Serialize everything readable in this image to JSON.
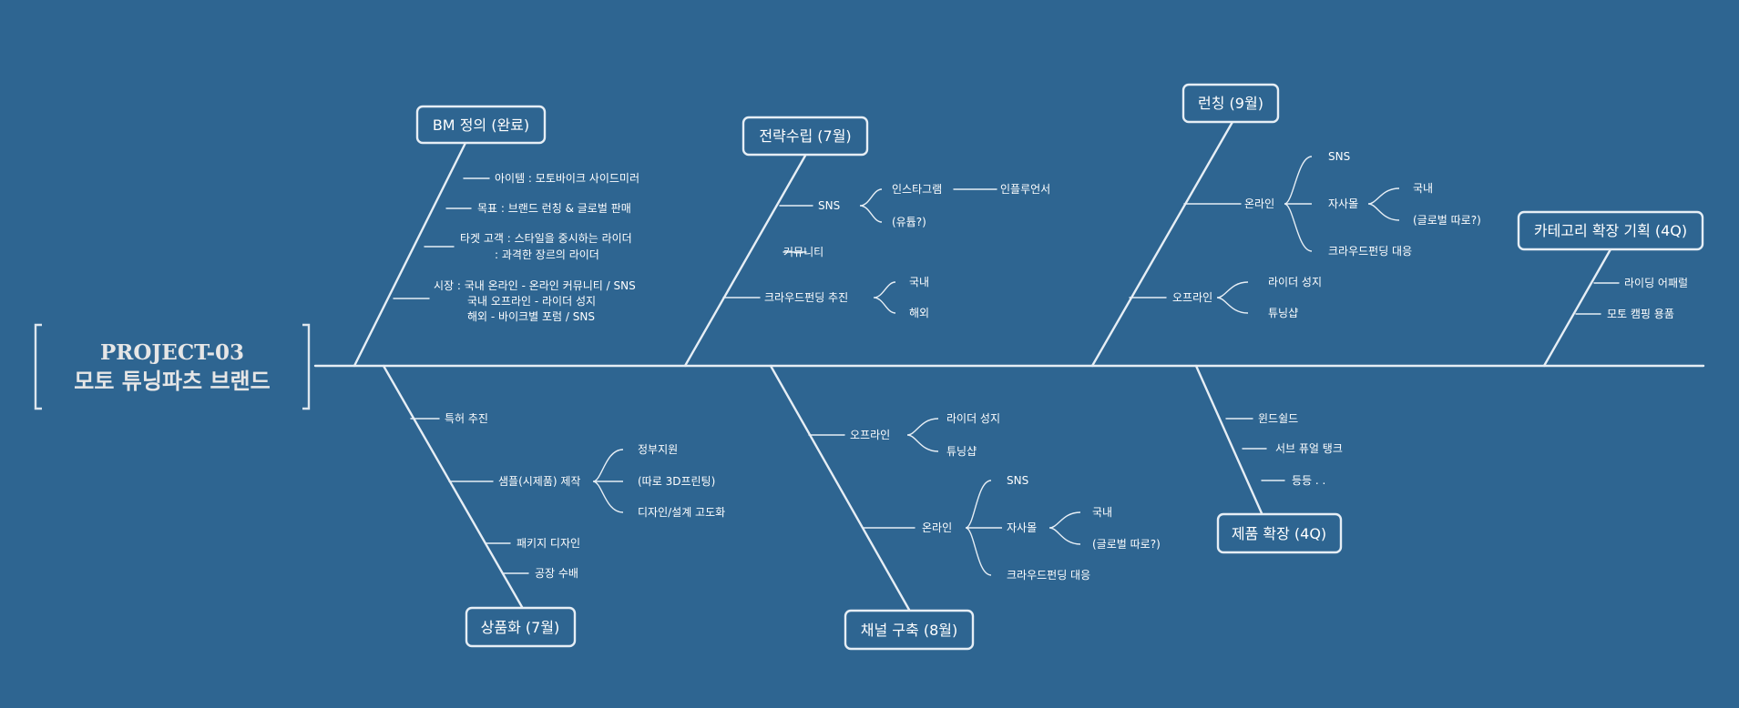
{
  "project": {
    "title_line1": "PROJECT-03",
    "title_line2": "모토 튜닝파츠 브랜드"
  },
  "categories": {
    "bm": "BM 정의 (완료)",
    "strategy": "전략수립 (7월)",
    "launch": "런칭 (9월)",
    "category_expand": "카테고리 확장 기획 (4Q)",
    "productize": "상품화 (7월)",
    "channel": "채널 구축 (8월)",
    "product_expand": "제품 확장 (4Q)"
  },
  "bm": {
    "item": "아이템 : 모토바이크 사이드미러",
    "goal": "목표 : 브랜드 런칭 & 글로벌 판매",
    "target_1": "타겟 고객 : 스타일을 중시하는 라이더",
    "target_2": ": 과격한 장르의 라이더",
    "market_1": "시장 :  국내 온라인 - 온라인 커뮤니티 / SNS",
    "market_2": "국내 오프라인 - 라이더 성지",
    "market_3": "해외 - 바이크별 포럼 / SNS"
  },
  "strategy": {
    "sns": "SNS",
    "instagram": "인스타그램",
    "influencer": "인플루언서",
    "youtube": "(유튭?)",
    "community": "커뮤니티",
    "crowdfunding": "크라우드펀딩 추진",
    "domestic": "국내",
    "overseas": "해외"
  },
  "launch": {
    "online": "온라인",
    "sns": "SNS",
    "own_mall": "자사몰",
    "domestic": "국내",
    "global": "(글로벌 따로?)",
    "crowdfunding": "크라우드펀딩 대응",
    "offline": "오프라인",
    "rider_spot": "라이더 성지",
    "tuning_shop": "튜닝샵"
  },
  "category_expand": {
    "riding_apparel": "라이딩 어패럴",
    "moto_camping": "모토 캠핑 용품"
  },
  "productize": {
    "patent": "특허 추진",
    "sample": "샘플(시제품) 제작",
    "gov_support": "정부지원",
    "print3d": "(따로 3D프린팅)",
    "design": "디자인/설계 고도화",
    "package": "패키지 디자인",
    "factory": "공장 수배"
  },
  "channel": {
    "offline": "오프라인",
    "rider_spot": "라이더 성지",
    "tuning_shop": "튜닝샵",
    "online": "온라인",
    "sns": "SNS",
    "own_mall": "자사몰",
    "domestic": "국내",
    "global": "(글로벌 따로?)",
    "crowdfunding": "크라우드펀딩 대응"
  },
  "product_expand": {
    "windshield": "윈드쉴드",
    "sub_fuel_tank": "서브 퓨얼 탱크",
    "etc": "등등 . ."
  }
}
